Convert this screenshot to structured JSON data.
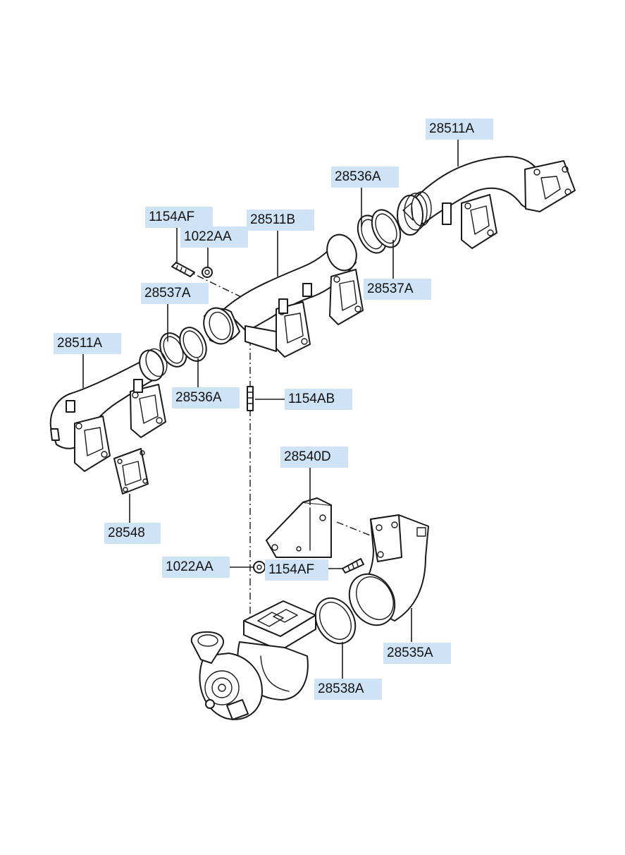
{
  "labels": {
    "l_28511A_top": "28511A",
    "l_28536A_top": "28536A",
    "l_1154AF_top": "1154AF",
    "l_28511B": "28511B",
    "l_1022AA_top": "1022AA",
    "l_28537A_left": "28537A",
    "l_28537A_right": "28537A",
    "l_28511A_left": "28511A",
    "l_28536A_left": "28536A",
    "l_1154AB": "1154AB",
    "l_28540D": "28540D",
    "l_28548": "28548",
    "l_1022AA_bottom": "1022AA",
    "l_1154AF_bottom": "1154AF",
    "l_28535A": "28535A",
    "l_28538A": "28538A"
  },
  "colors": {
    "label_background": "#cfe3f6",
    "line": "#1a1a1a",
    "background": "#ffffff"
  }
}
